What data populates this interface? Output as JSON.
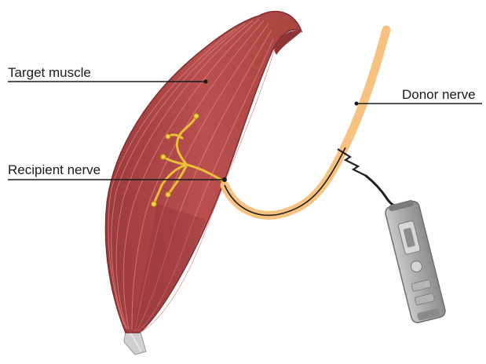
{
  "labels": {
    "target_muscle": "Target muscle",
    "recipient_nerve": "Recipient nerve",
    "donor_nerve": "Donor nerve"
  },
  "colors": {
    "muscle_fill": "#b54a4a",
    "muscle_dark": "#8e3336",
    "muscle_light": "#c96462",
    "fiber_line": "#d98784",
    "tendon": "#c9c9c9",
    "nerve_orange": "#f7c27f",
    "nerve_yellow": "#e9c035",
    "nerve_yellow_dark": "#b88e10",
    "leader_line": "#1a1a1a",
    "stimulator_body": "#9e9e9e",
    "stimulator_light": "#c8c8c8",
    "stimulator_dark": "#6f6f6f"
  },
  "icons": [
    "muscle-illustration",
    "nerve-illustration",
    "electrical-spark-icon",
    "nerve-stimulator-device"
  ]
}
